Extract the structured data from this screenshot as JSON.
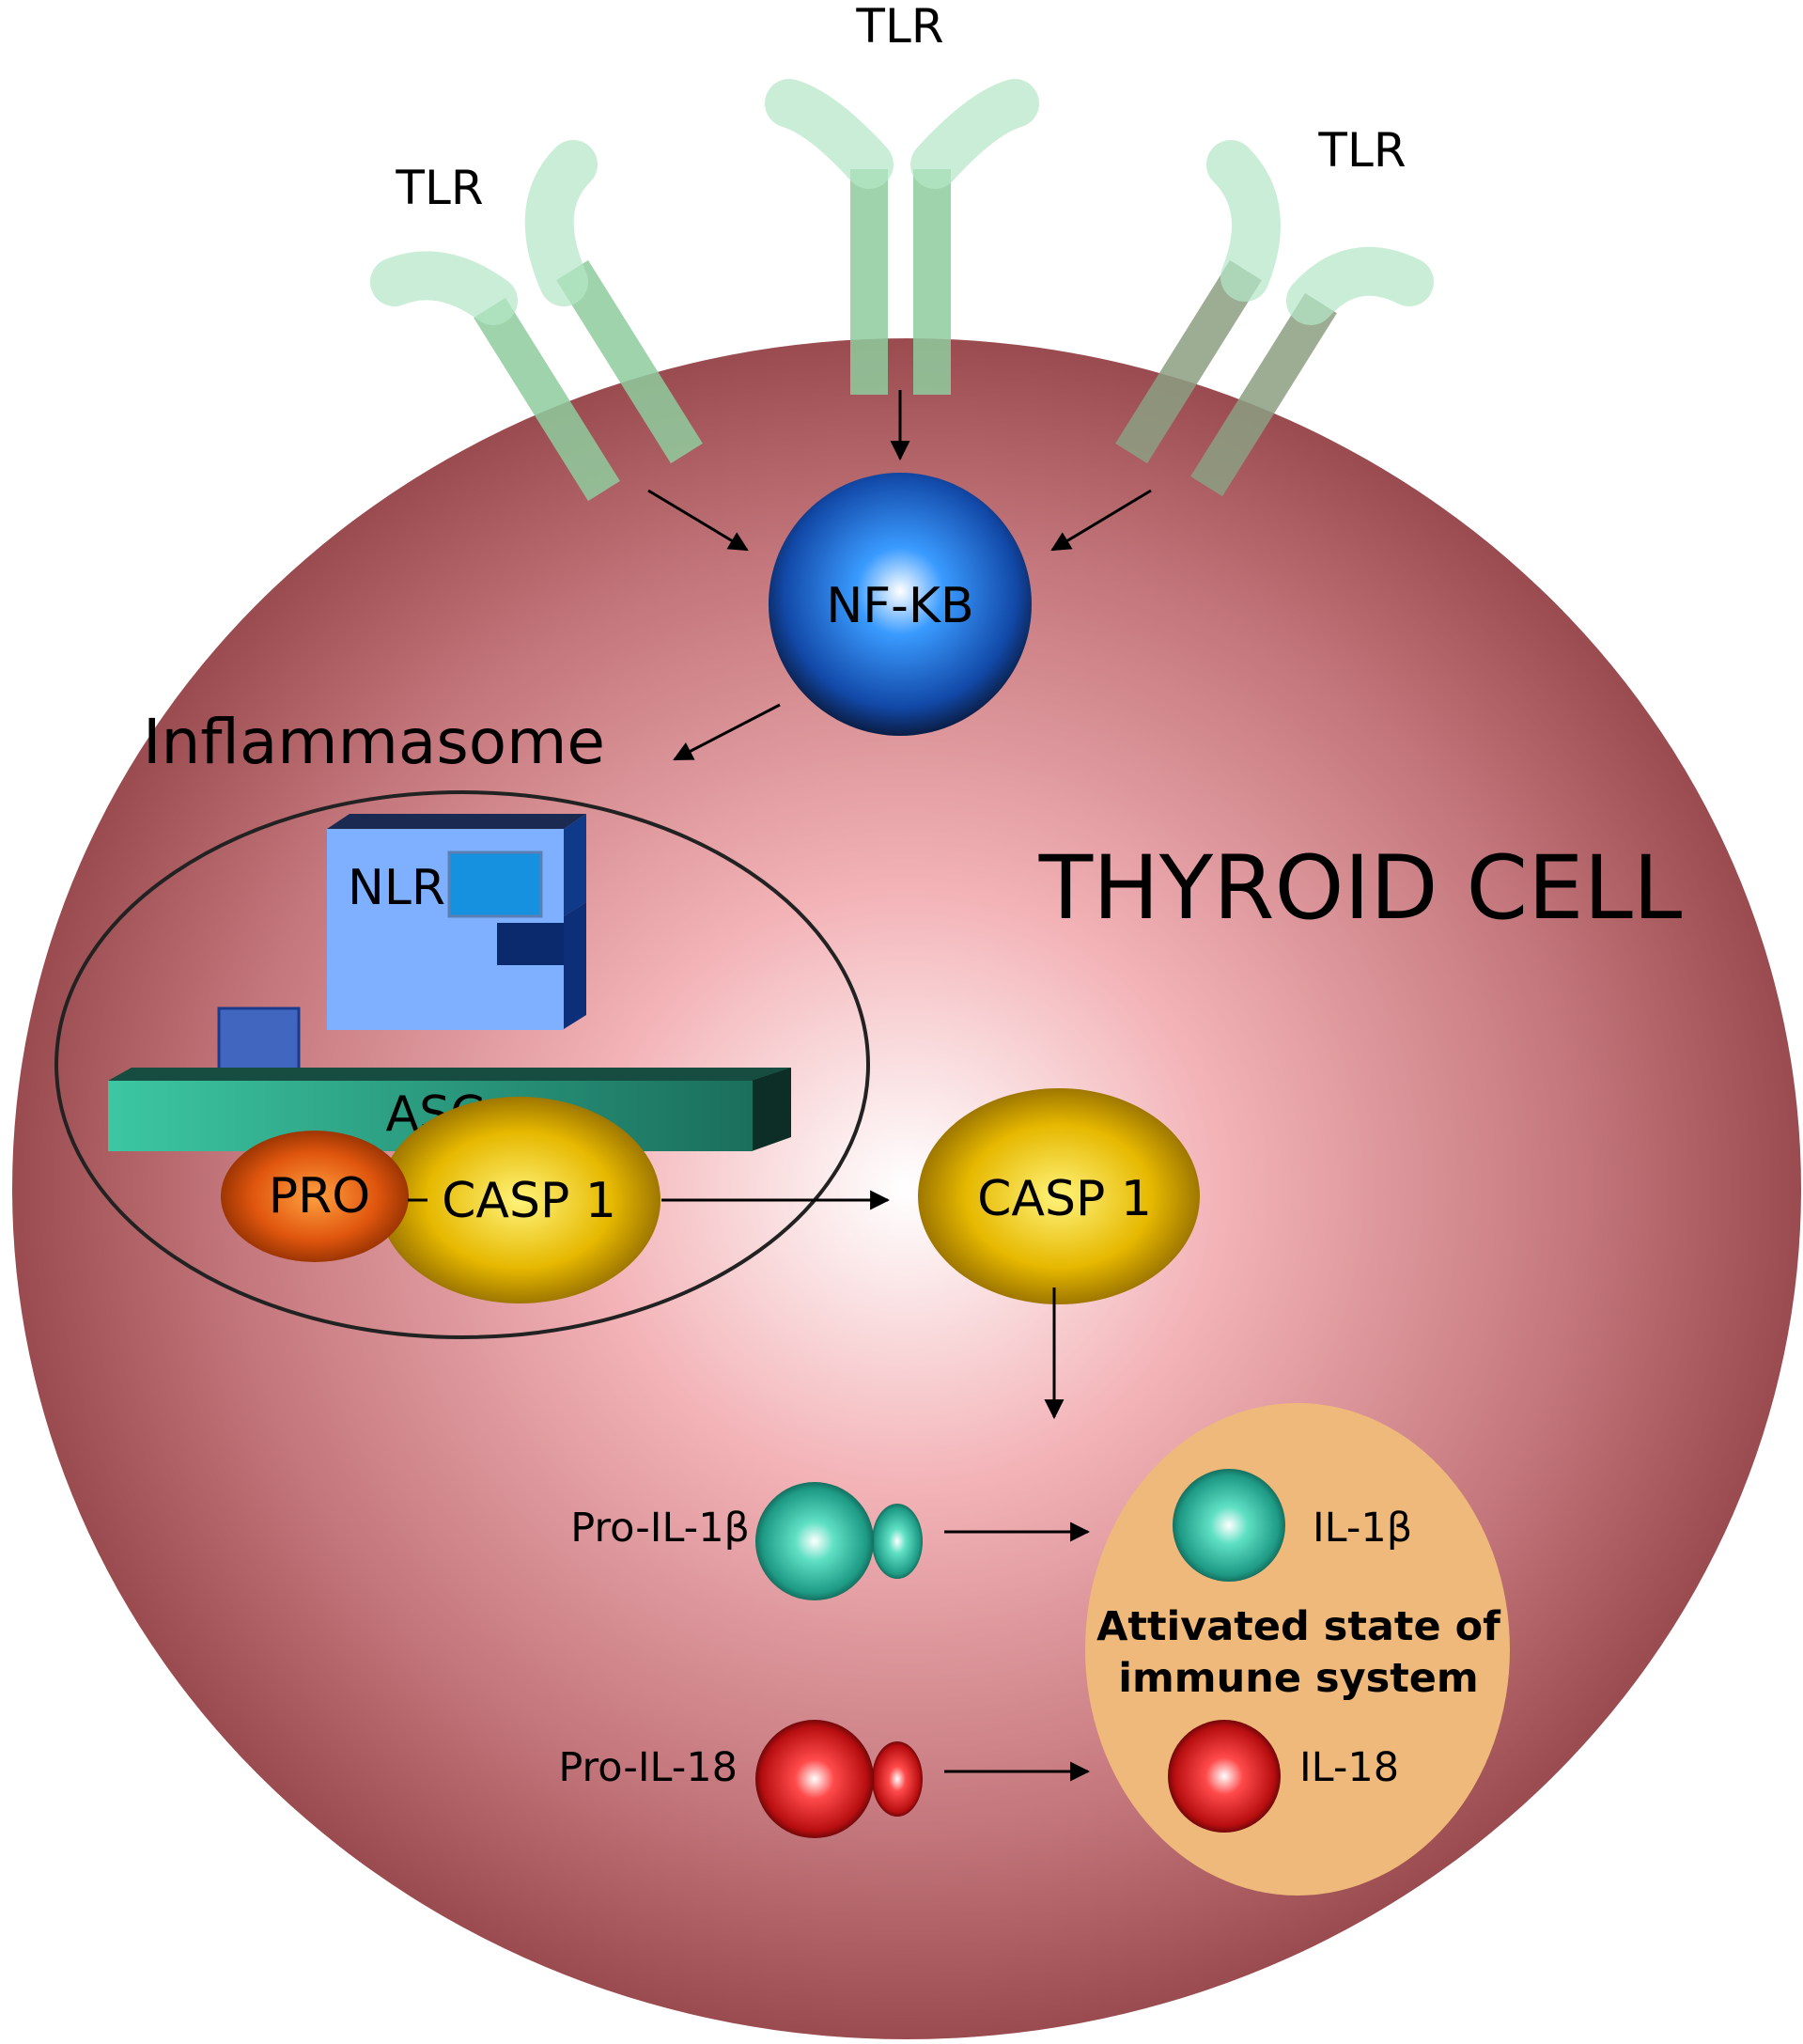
{
  "colors": {
    "cell_edge": "#9a4b4f",
    "cell_center": "#ffffff",
    "receptor": "#8fd6a8",
    "nfkb": "#1e70d8",
    "nlr": "#7fb0ff",
    "asc": "#2fa88a",
    "pro": "#e0560e",
    "casp": "#e6b800",
    "il1b": "#2fb8a0",
    "il18": "#b80e10",
    "activated_zone": "#eeb97a"
  },
  "labels": {
    "tlr_left": "TLR",
    "tlr_middle": "TLR",
    "tlr_right": "TLR",
    "nfkb": "NF-KB",
    "inflammasome": "Inflammasome",
    "cell": "THYROID CELL",
    "nlr": "NLR",
    "asc": "ASC",
    "pro": "PRO",
    "casp_bound": "CASP 1",
    "casp_free": "CASP 1",
    "pro_il1b": "Pro-IL-1β",
    "il1b": "IL-1β",
    "pro_il18": "Pro-IL-18",
    "il18": "IL-18",
    "activated_line1": "Attivated state of",
    "activated_line2": "immune system"
  }
}
